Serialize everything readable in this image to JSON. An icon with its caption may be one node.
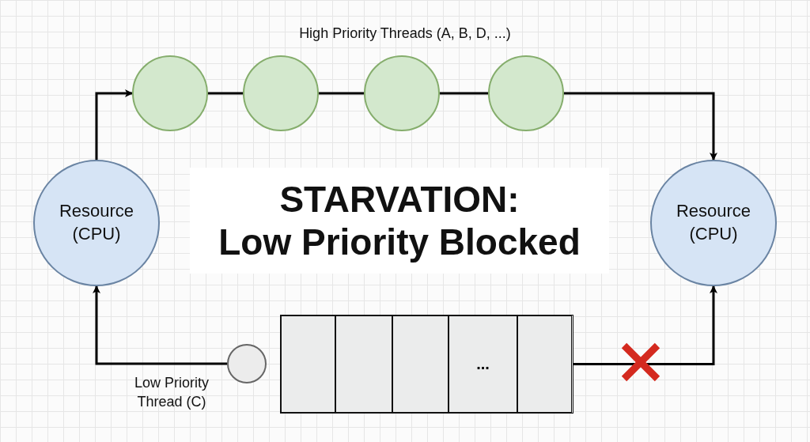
{
  "diagram": {
    "title": "STARVATION: Low Priority Blocked",
    "nodes": [
      {
        "text": [
          "Resource (CPU)"
        ]
      },
      {
        "text": [],
        "shape": "circle"
      },
      {
        "text": [],
        "shape": "circle"
      },
      {
        "text": [],
        "shape": "circle"
      },
      {
        "text": [],
        "shape": "circle"
      },
      {
        "text": [
          "Resource (CPU)"
        ]
      },
      {
        "text": [],
        "shape": "box"
      },
      {
        "text": [],
        "shape": "box",
        "in": 6
      },
      {
        "text": [],
        "shape": "box",
        "in": 6
      },
      {
        "text": [],
        "shape": "box",
        "in": 6
      },
      {
        "text": [
          "..."
        ],
        "in": 6
      },
      {
        "text": [],
        "shape": "box",
        "in": 6
      },
      {
        "text": [],
        "shape": "circle",
        "beside": [
          "Low Priority Thread (C)"
        ]
      }
    ],
    "edges": [
      {
        "from": 0,
        "to": 1,
        "arrow": "to"
      },
      {
        "from": 1,
        "to": 2,
        "arrow": "none"
      },
      {
        "from": 2,
        "to": 3,
        "arrow": "none"
      },
      {
        "from": 3,
        "to": 4,
        "arrow": "none"
      },
      {
        "from": 4,
        "to": 5,
        "arrow": "to"
      },
      {
        "from": 12,
        "to": 0,
        "arrow": "to"
      },
      {
        "from": 6,
        "to": 5,
        "arrow": "to"
      }
    ],
    "labels": [
      "High Priority Threads (A, B, D, ...)"
    ]
  }
}
